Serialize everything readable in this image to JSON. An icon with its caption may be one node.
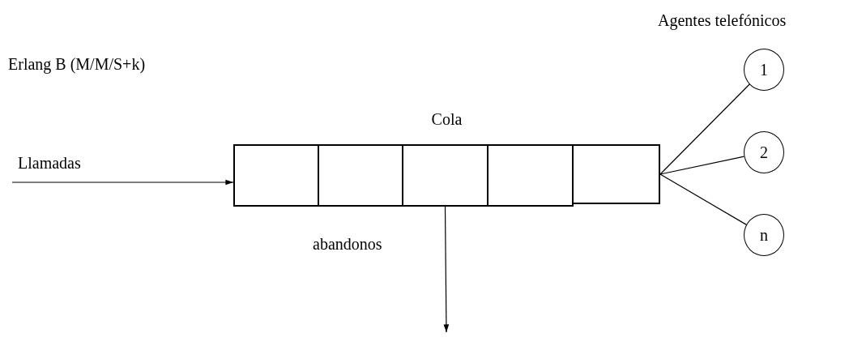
{
  "diagram": {
    "title": "Erlang B (M/M/S+k)",
    "nodes": [
      {
        "text": [
          "Cola"
        ]
      },
      {
        "text": [],
        "shape": "box",
        "in": 0
      },
      {
        "text": [],
        "shape": "box",
        "in": 0
      },
      {
        "text": [],
        "shape": "box",
        "in": 0
      },
      {
        "text": [],
        "shape": "box",
        "in": 0
      },
      {
        "text": [],
        "shape": "box",
        "in": 0
      },
      {
        "text": [
          "1"
        ]
      },
      {
        "text": [
          "2"
        ]
      },
      {
        "text": [
          "n"
        ]
      }
    ],
    "edges": [
      {
        "from": null,
        "to": 0,
        "arrow": "to",
        "label": "Llamadas"
      },
      {
        "from": 3,
        "to": null,
        "arrow": "to",
        "label": "abandonos"
      },
      {
        "from": 5,
        "to": 6,
        "arrow": "none"
      },
      {
        "from": 5,
        "to": 7,
        "arrow": "none"
      },
      {
        "from": 5,
        "to": 8,
        "arrow": "none"
      }
    ],
    "labels": [
      "Agentes telefónicos"
    ]
  }
}
